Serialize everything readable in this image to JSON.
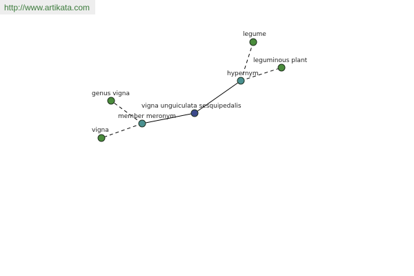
{
  "header": {
    "url_text": "http://www.artikata.com"
  },
  "colors": {
    "url_text": "#3a7a3a",
    "url_background": "#eeeeee",
    "center_node": "#3c4a8c",
    "relation_node": "#4a9090",
    "leaf_node": "#4a8c3c",
    "edge": "#000000"
  },
  "graph": {
    "center": {
      "id": "center",
      "label": "vigna unguiculata sesquipedalis",
      "kind": "center"
    },
    "relations": [
      {
        "id": "hypernym",
        "label": "hypernym",
        "kind": "relation",
        "children": [
          {
            "id": "legume",
            "label": "legume",
            "kind": "leaf"
          },
          {
            "id": "leguminous-plant",
            "label": "leguminous plant",
            "kind": "leaf"
          }
        ]
      },
      {
        "id": "member-meronym",
        "label": "member meronym",
        "kind": "relation",
        "children": [
          {
            "id": "genus-vigna",
            "label": "genus vigna",
            "kind": "leaf"
          },
          {
            "id": "vigna",
            "label": "vigna",
            "kind": "leaf"
          }
        ]
      }
    ]
  }
}
